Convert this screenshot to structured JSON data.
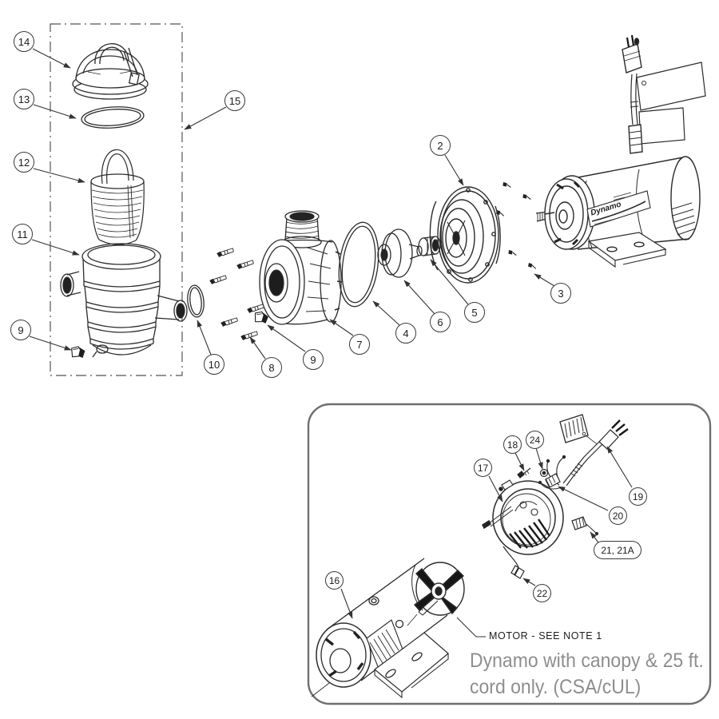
{
  "callouts": {
    "c2": "2",
    "c3": "3",
    "c4": "4",
    "c5": "5",
    "c6": "6",
    "c7": "7",
    "c8": "8",
    "c9": "9",
    "c10": "10",
    "c11": "11",
    "c12": "12",
    "c13": "13",
    "c14": "14",
    "c15": "15",
    "c16": "16",
    "c17": "17",
    "c18": "18",
    "c19": "19",
    "c20": "20",
    "c21": "21, 21A",
    "c22": "22",
    "c24": "24"
  },
  "labels": {
    "motor_brand": "Dynamo",
    "motor_note": "MOTOR - SEE NOTE 1",
    "inset_caption_line1": "Dynamo with canopy & 25 ft.",
    "inset_caption_line2": "cord only. (CSA/cUL)"
  },
  "colors": {
    "line": "#2b2b2b",
    "callout_border": "#3a3a3a",
    "inset_border": "#6f6f6f",
    "caption_gray": "#8e8e8e",
    "background": "#ffffff"
  }
}
